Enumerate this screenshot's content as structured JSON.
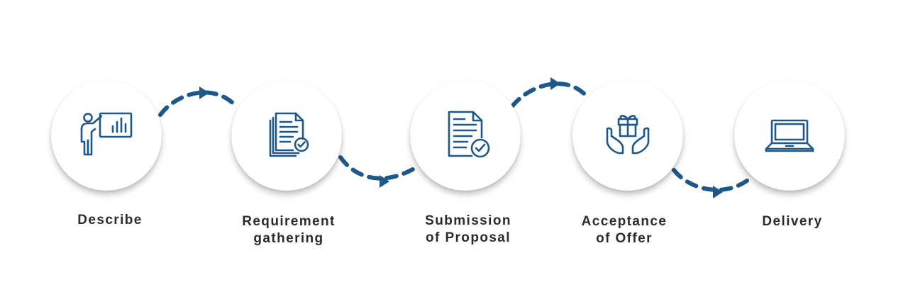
{
  "accent_color": "#1d5888",
  "connector_color": "#1d5888",
  "steps": [
    {
      "id": "describe",
      "icon": "presentation-icon",
      "label_lines": [
        "Describe"
      ]
    },
    {
      "id": "requirement-gathering",
      "icon": "documents-check-icon",
      "label_lines": [
        "Requirement",
        "gathering"
      ]
    },
    {
      "id": "submission-of-proposal",
      "icon": "document-check-icon",
      "label_lines": [
        "Submission",
        "of Proposal"
      ]
    },
    {
      "id": "acceptance-of-offer",
      "icon": "gift-hands-icon",
      "label_lines": [
        "Acceptance",
        "of Offer"
      ]
    },
    {
      "id": "delivery",
      "icon": "laptop-icon",
      "label_lines": [
        "Delivery"
      ]
    }
  ]
}
